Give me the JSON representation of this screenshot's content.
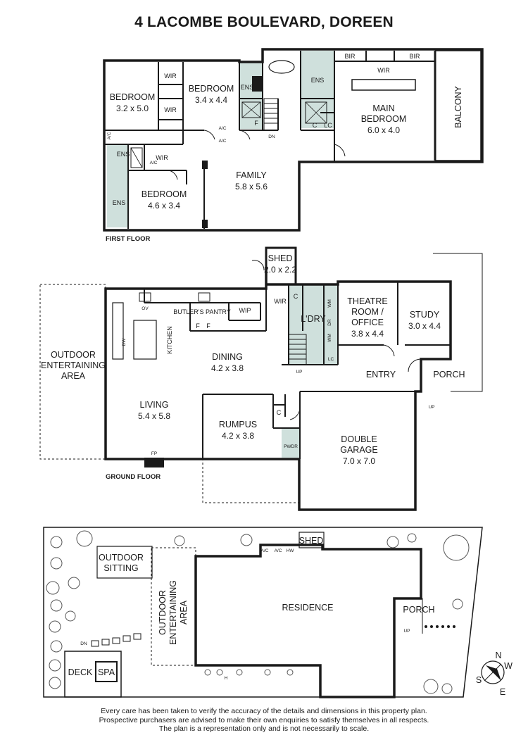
{
  "title": "4 LACOMBE BOULEVARD, DOREEN",
  "colors": {
    "wall": "#1a1a1a",
    "wet_area": "#cfe0dc",
    "tree": "#555555"
  },
  "first_floor": {
    "level_label": "FIRST FLOOR",
    "bedroom1": {
      "name": "BEDROOM",
      "dims": "3.2 x 5.0"
    },
    "bedroom2": {
      "name": "BEDROOM",
      "dims": "3.4 x 4.4"
    },
    "bedroom3": {
      "name": "BEDROOM",
      "dims": "4.6 x 3.4"
    },
    "family": {
      "name": "FAMILY",
      "dims": "5.8 x 5.6"
    },
    "main_bedroom": {
      "name_line1": "MAIN",
      "name_line2": "BEDROOM",
      "dims": "6.0 x 4.0"
    },
    "balcony": "BALCONY",
    "wir_a": "WIR",
    "wir_b": "WIR",
    "wir_c": "WIR",
    "wir_main": "WIR",
    "bir_1": "BIR",
    "bir_2": "BIR",
    "ens_1": "ENS",
    "ens_2": "ENS",
    "ens_3": "ENS",
    "ens_4": "ENS",
    "ac_1": "A/C",
    "ac_2": "A/C",
    "ac_3": "A/C",
    "ac_4": "A/C",
    "f": "F",
    "c": "C",
    "lc": "LC",
    "dn": "DN"
  },
  "ground_floor": {
    "level_label": "GROUND FLOOR",
    "shed": {
      "name": "SHED",
      "dims": "2.0 x 2.2"
    },
    "outdoor_ent": {
      "line1": "OUTDOOR",
      "line2": "ENTERTAINING",
      "line3": "AREA"
    },
    "kitchen": "KITCHEN",
    "butlers_pantry": "BUTLER'S PANTRY",
    "wip": "WIP",
    "dining": {
      "name": "DINING",
      "dims": "4.2 x 3.8"
    },
    "living": {
      "name": "LIVING",
      "dims": "5.4 x 5.8"
    },
    "rumpus": {
      "name": "RUMPUS",
      "dims": "4.2 x 3.8"
    },
    "laundry": "L'DRY",
    "theatre": {
      "line1": "THEATRE",
      "line2": "ROOM /",
      "line3": "OFFICE",
      "dims": "3.8 x 4.4"
    },
    "study": {
      "name": "STUDY",
      "dims": "3.0 x 4.4"
    },
    "entry": "ENTRY",
    "porch": "PORCH",
    "garage": {
      "line1": "DOUBLE",
      "line2": "GARAGE",
      "dims": "7.0 x 7.0"
    },
    "pwdr": "PWDR",
    "wir": "WIR",
    "c1": "C",
    "c2": "C",
    "wm1": "WM",
    "wm2": "WM",
    "dr": "DR",
    "lc": "LC",
    "up1": "UP",
    "up2": "UP",
    "fp": "FP",
    "ov": "OV",
    "dw": "DW",
    "f1": "F",
    "f2": "F"
  },
  "site_plan": {
    "outdoor_sitting": {
      "line1": "OUTDOOR",
      "line2": "SITTING"
    },
    "outdoor_ent": {
      "line1": "OUTDOOR",
      "line2": "ENTERTAINING",
      "line3": "AREA"
    },
    "residence": "RESIDENCE",
    "shed": "SHED",
    "porch": "PORCH",
    "deck": "DECK",
    "spa": "SPA",
    "dn": "DN",
    "up": "UP",
    "h": "H",
    "hw": "HW",
    "ac1": "A/C",
    "ac2": "A/C"
  },
  "compass": {
    "n": "N",
    "s": "S",
    "e": "E",
    "w": "W"
  },
  "disclaimer": {
    "line1": "Every care has been taken to verify the accuracy of the details and dimensions in this property plan.",
    "line2": "Prospective purchasers are advised to make their own enquiries to satisfy themselves in all respects.",
    "line3": "The plan is a representation only and is not necessarily to scale."
  }
}
